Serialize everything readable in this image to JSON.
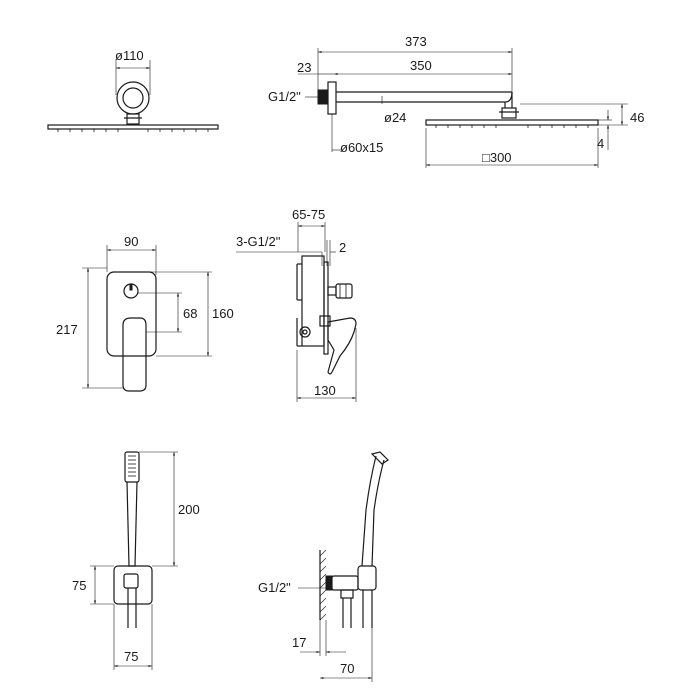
{
  "rain_shower": {
    "top_view": {
      "diameter_label": "ø110"
    },
    "side_view": {
      "length_label": "373",
      "arm_label": "350",
      "offset_label": "23",
      "thread_label": "G1/2\"",
      "pipe_diameter_label": "ø24",
      "flange_label": "ø60x15",
      "head_size_label": "□300",
      "height_label": "46",
      "thickness_label": "4"
    }
  },
  "mixer": {
    "front_view": {
      "width_label": "90",
      "height_label": "217",
      "inner_height_label": "160",
      "spacing_label": "68"
    },
    "side_view": {
      "depth_label": "65-75",
      "thread_label": "3-G1/2\"",
      "gap_label": "2",
      "total_depth_label": "130"
    }
  },
  "hand_shower": {
    "front_view": {
      "length_label": "200",
      "bracket_height_label": "75",
      "bracket_width_label": "75"
    },
    "side_view": {
      "thread_label": "G1/2\"",
      "offset_label": "17",
      "depth_label": "70"
    }
  }
}
